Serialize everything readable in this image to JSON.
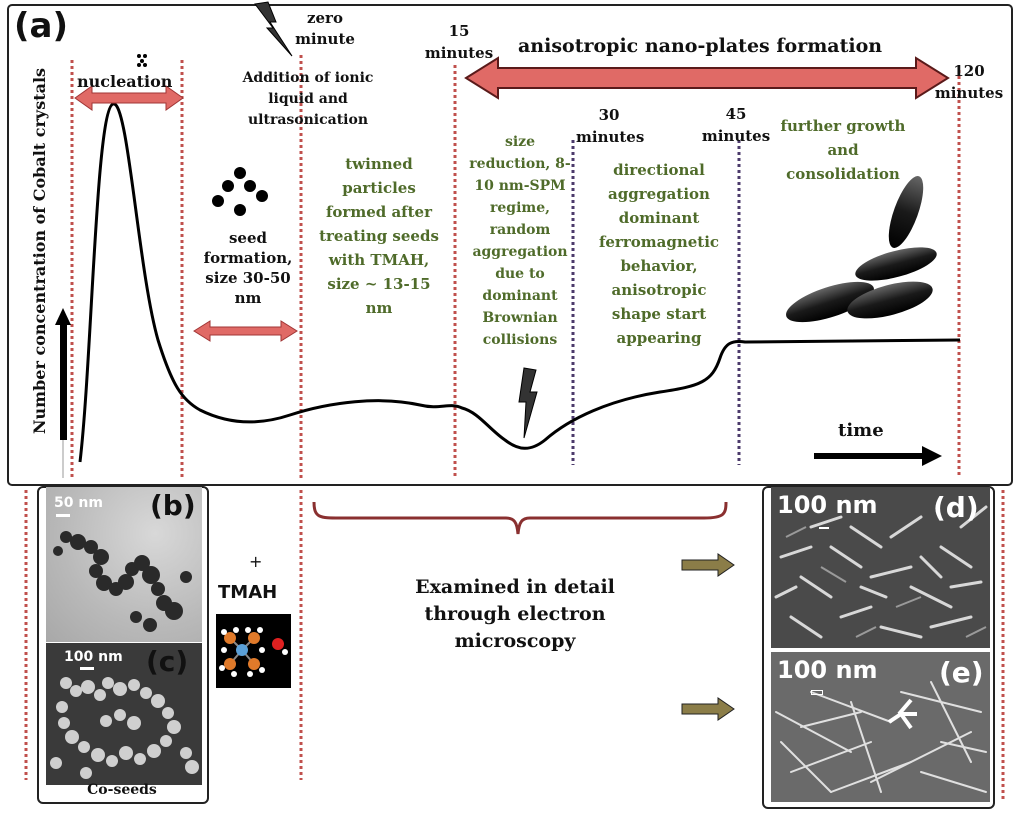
{
  "panel_a": {
    "label": "(a)",
    "y_axis_label": "Number concentration of Cobalt crystals",
    "x_axis_label": "time",
    "stages": {
      "nucleation": "nucleation",
      "zero_minute": "zero minute",
      "addition": "Addition of ionic liquid and ultrasonication",
      "fifteen_minutes": "15 minutes",
      "anisotropic": "anisotropic nano-plates formation",
      "thirty_minutes": "30 minutes",
      "fortyfive_minutes": "45 minutes",
      "onetwenty_minutes": "120 minutes"
    },
    "descriptions": {
      "seed_formation": "seed formation, size 30-50 nm",
      "twinned": "twinned particles formed after treating seeds with TMAH, size ~ 13-15 nm",
      "size_reduction": "size reduction, 8-10 nm-SPM regime, random aggregation due to dominant Brownian collisions",
      "directional": "directional aggregation dominant ferromagnetic behavior, anisotropic shape start appearing",
      "further": "further growth and consolidation"
    },
    "colors": {
      "dashed_red": "#c0504d",
      "dashed_purple": "#4b3a6b",
      "arrow_fill": "#e06a66",
      "green_text": "#4f6b2a"
    }
  },
  "panel_b": {
    "label": "(b)",
    "scale": "50 nm"
  },
  "panel_c": {
    "label": "(c)",
    "scale": "100 nm",
    "caption": "Co-seeds"
  },
  "tmah": {
    "plus": "+",
    "label": "TMAH"
  },
  "examined": {
    "text": "Examined in detail through electron microscopy"
  },
  "panel_d": {
    "label": "(d)",
    "scale": "100 nm"
  },
  "panel_e": {
    "label": "(e)",
    "scale": "100 nm"
  }
}
